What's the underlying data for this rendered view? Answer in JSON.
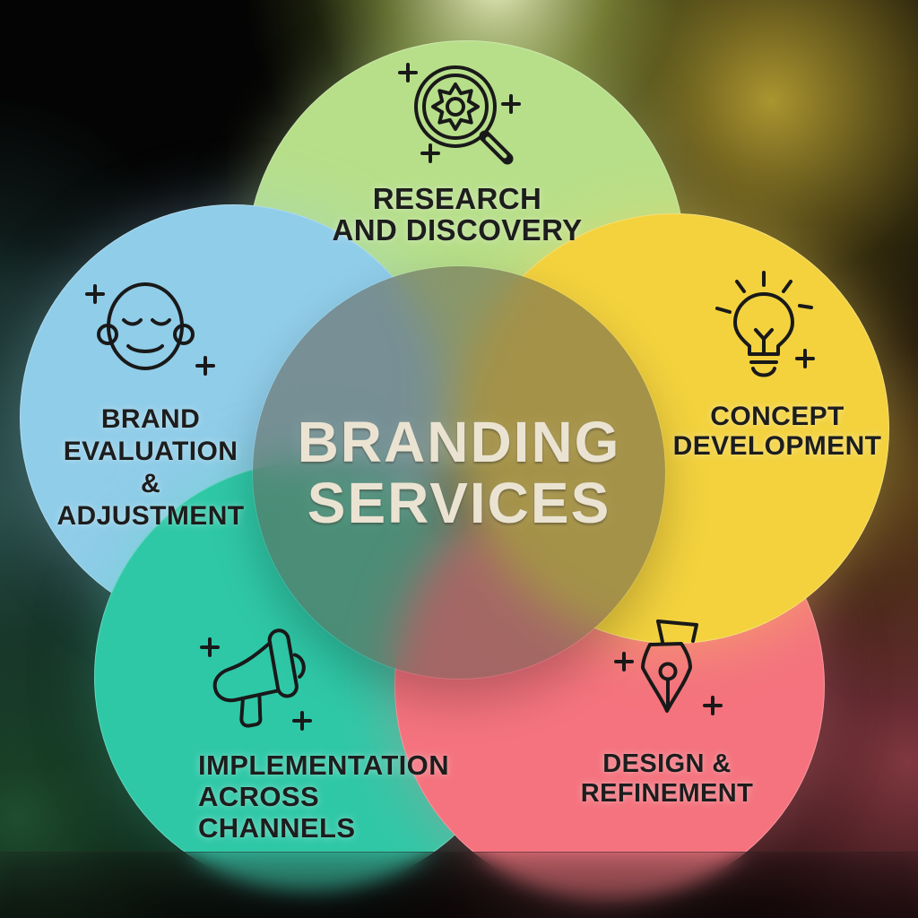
{
  "diagram": {
    "title_line1": "BRANDING",
    "title_line2": "SERVICES",
    "center_circle_color": "#7b7468",
    "title_color": "#ebe3d2",
    "label_color": "#1d1d1d",
    "background_color": "#040404",
    "segments": {
      "research": {
        "line1": "RESEARCH",
        "line2": "AND DISCOVERY",
        "icon": "magnifier-gear-icon",
        "color": "#b7df8a",
        "position": "top"
      },
      "concept": {
        "line1": "CONCEPT",
        "line2": "DEVELOPMENT",
        "icon": "lightbulb-icon",
        "color": "#f3d23e",
        "position": "right"
      },
      "design": {
        "line1": "DESIGN &",
        "line2": "REFINEMENT",
        "icon": "pen-nib-icon",
        "color": "#f4737e",
        "position": "bottom-right"
      },
      "implementation": {
        "line1": "IMPLEMENTATION",
        "line2": "ACROSS",
        "line3": "CHANNELS",
        "icon": "megaphone-icon",
        "color": "#2fc8a7",
        "position": "bottom-left"
      },
      "evaluation": {
        "line1": "BRAND",
        "line2": "EVALUATION",
        "line3": "& ADJUSTMENT",
        "icon": "face-icon",
        "color": "#90cde9",
        "position": "left"
      }
    }
  }
}
